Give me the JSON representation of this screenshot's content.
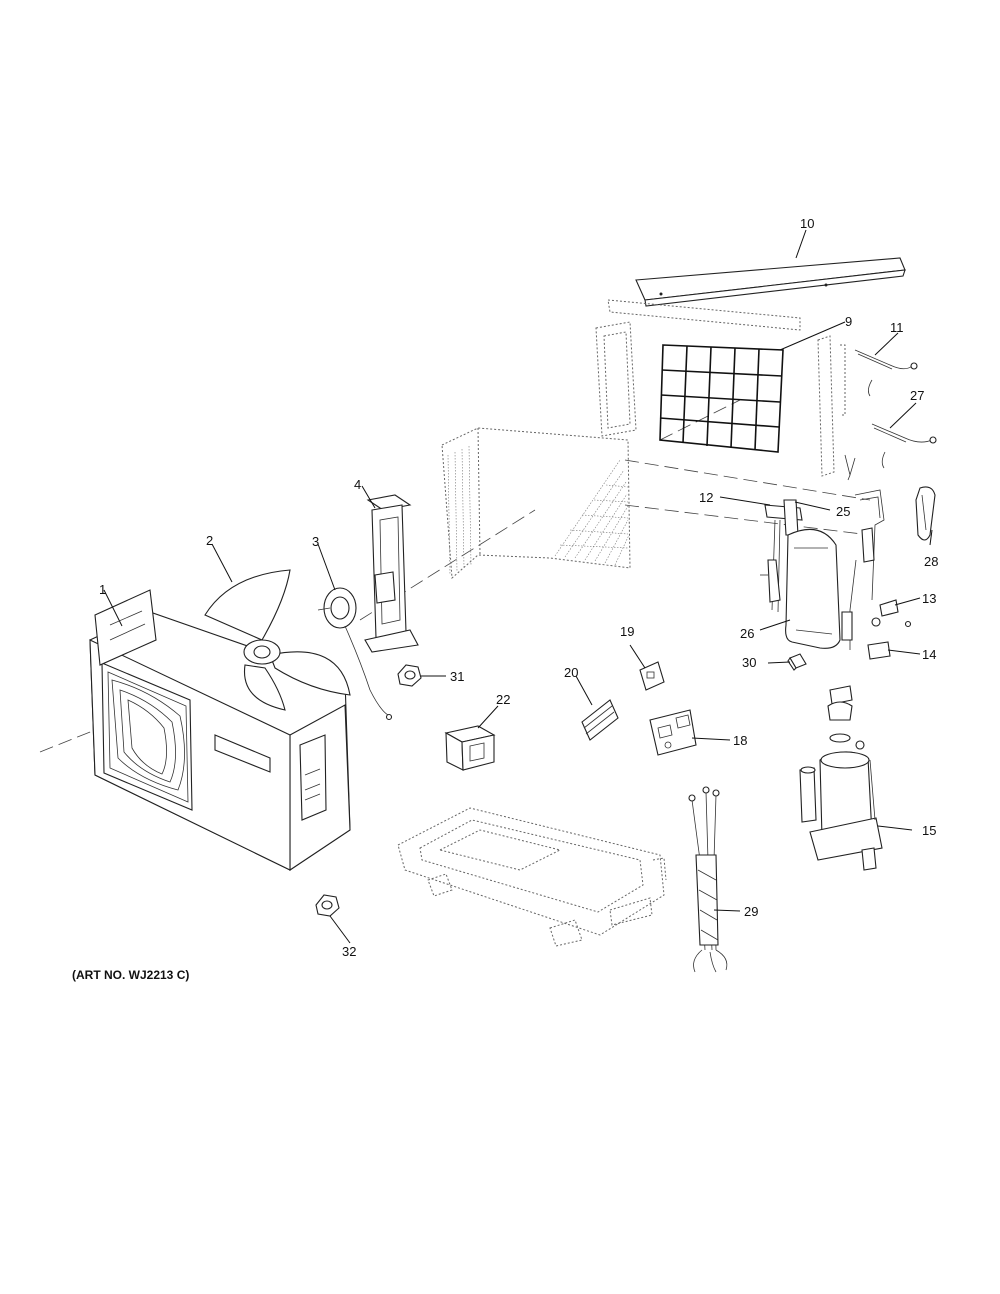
{
  "art_number": "(ART NO. WJ2213 C)",
  "callouts": [
    "1",
    "2",
    "3",
    "4",
    "9",
    "10",
    "11",
    "12",
    "13",
    "14",
    "15",
    "18",
    "19",
    "20",
    "22",
    "25",
    "26",
    "27",
    "28",
    "29",
    "30",
    "31",
    "32"
  ]
}
